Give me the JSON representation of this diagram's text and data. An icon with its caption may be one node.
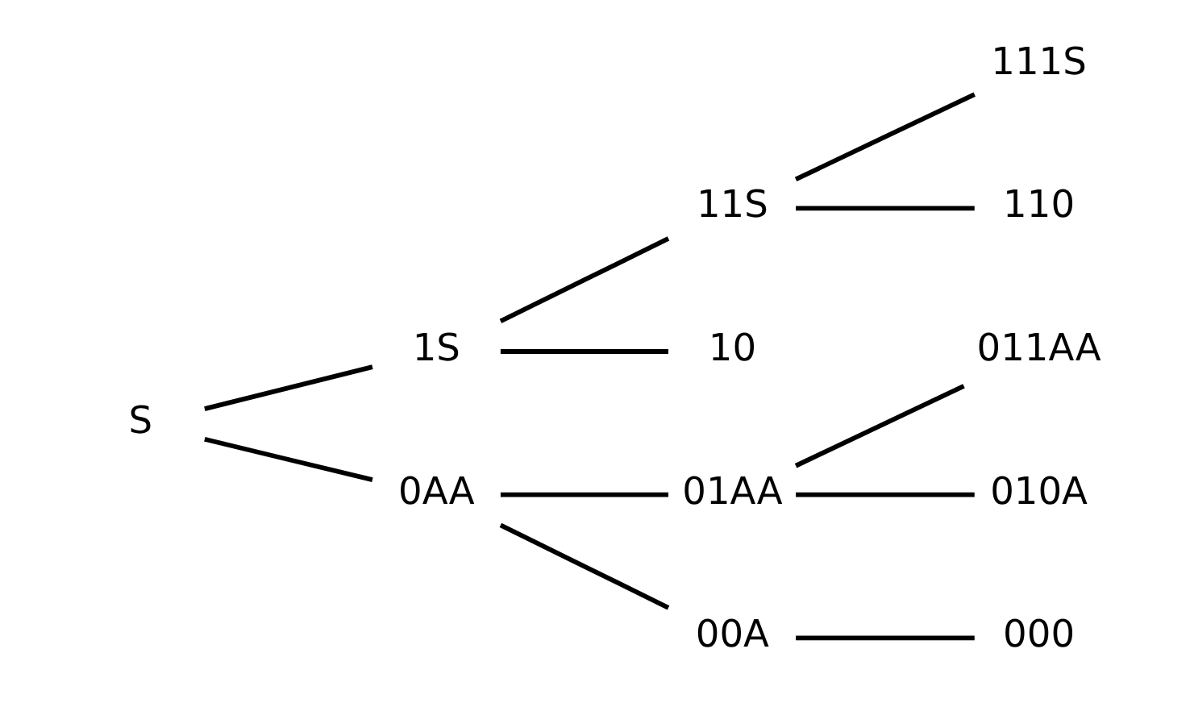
{
  "diagram": {
    "nodes": [
      {
        "text": [
          "S"
        ]
      },
      {
        "text": [
          "1S"
        ]
      },
      {
        "text": [
          "0AA"
        ]
      },
      {
        "text": [
          "11S"
        ]
      },
      {
        "text": [
          "10"
        ]
      },
      {
        "text": [
          "01AA"
        ]
      },
      {
        "text": [
          "00A"
        ]
      },
      {
        "text": [
          "111S"
        ]
      },
      {
        "text": [
          "110"
        ]
      },
      {
        "text": [
          "011AA"
        ]
      },
      {
        "text": [
          "010A"
        ]
      },
      {
        "text": [
          "000"
        ]
      }
    ],
    "edges": [
      {
        "from": 0,
        "to": 1,
        "arrow": "none"
      },
      {
        "from": 0,
        "to": 2,
        "arrow": "none"
      },
      {
        "from": 1,
        "to": 3,
        "arrow": "none"
      },
      {
        "from": 1,
        "to": 4,
        "arrow": "none"
      },
      {
        "from": 3,
        "to": 7,
        "arrow": "none"
      },
      {
        "from": 3,
        "to": 8,
        "arrow": "none"
      },
      {
        "from": 2,
        "to": 5,
        "arrow": "none"
      },
      {
        "from": 2,
        "to": 6,
        "arrow": "none"
      },
      {
        "from": 5,
        "to": 9,
        "arrow": "none"
      },
      {
        "from": 5,
        "to": 10,
        "arrow": "none"
      },
      {
        "from": 6,
        "to": 11,
        "arrow": "none"
      }
    ]
  }
}
